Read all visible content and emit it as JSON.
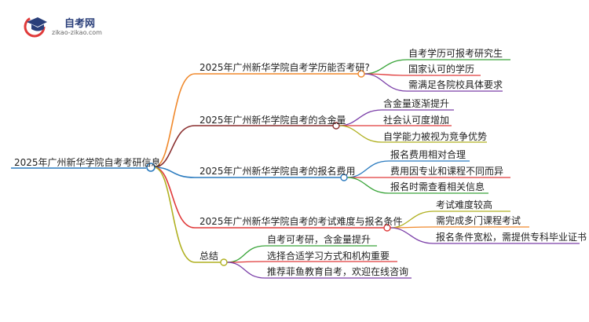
{
  "logo": {
    "title": "自考网",
    "url": "zikao-zikao.com",
    "colors": {
      "primary": "#2a3f7a",
      "accent": "#e03a3a"
    }
  },
  "mindmap": {
    "root": "2025年广州新华学院自考考研信息",
    "branches": [
      {
        "label": "2025年广州新华学院自考学历能否考研?",
        "color": "#f0892c",
        "children": [
          "自考学历可报考研究生",
          "国家认可的学历",
          "需满足各院校具体要求"
        ],
        "child_colors": [
          "#3aa53a",
          "#e03a3a",
          "#7b3fa8"
        ]
      },
      {
        "label": "2025年广州新华学院自考的含金量",
        "color": "#8a2f2f",
        "children": [
          "含金量逐渐提升",
          "社会认可度增加",
          "自学能力被视为竞争优势"
        ],
        "child_colors": [
          "#7b3fa8",
          "#e03a3a",
          "#b0b020"
        ]
      },
      {
        "label": "2025年广州新华学院自考的报名费用",
        "color": "#2b7bbf",
        "children": [
          "报名费用相对合理",
          "费用因专业和课程不同而异",
          "报名时需查看相关信息"
        ],
        "child_colors": [
          "#2b7bbf",
          "#e03a3a",
          "#3aa53a"
        ]
      },
      {
        "label": "2025年广州新华学院自考的考试难度与报名条件",
        "color": "#e03a3a",
        "children": [
          "考试难度较高",
          "需完成多门课程考试",
          "报名条件宽松，需提供专科毕业证书"
        ],
        "child_colors": [
          "#b0b020",
          "#f0892c",
          "#7b3fa8"
        ]
      },
      {
        "label": "总结",
        "color": "#b0b020",
        "children": [
          "自考可考研，含金量提升",
          "选择合适学习方式和机构重要",
          "推荐菲鱼教育自考，欢迎在线咨询"
        ],
        "child_colors": [
          "#3aa53a",
          "#e03a3a",
          "#7b3fa8"
        ]
      }
    ]
  }
}
